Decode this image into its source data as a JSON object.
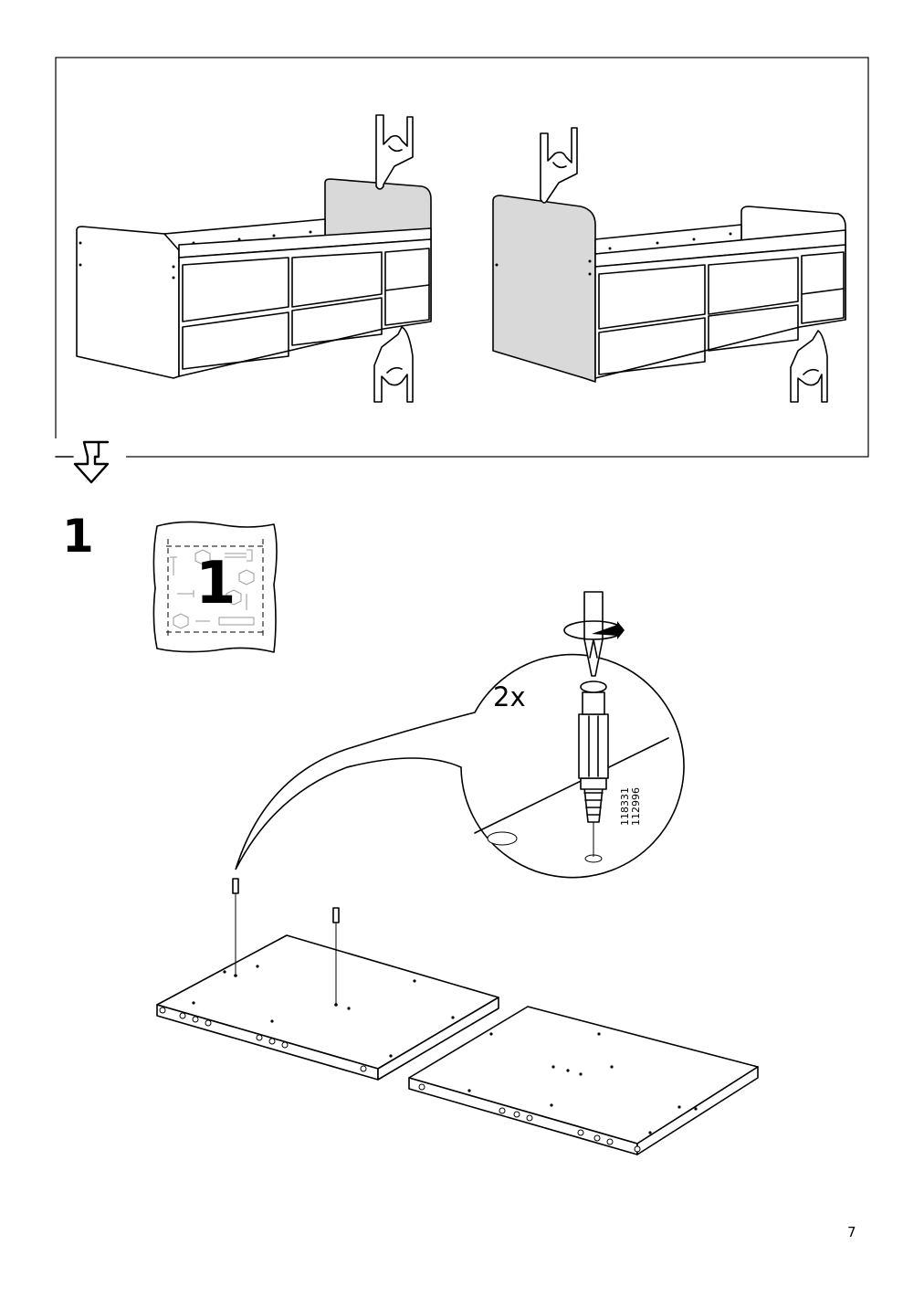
{
  "step": {
    "number": "1",
    "bag_number": "1",
    "quantity": "2x"
  },
  "part_numbers": [
    "118331",
    "112996"
  ],
  "page": {
    "number": "7"
  },
  "icons": [
    "hand-hold-top-icon",
    "hand-hold-bottom-icon",
    "flip-arrow-icon",
    "screwdriver-rotate-icon",
    "hardware-bag-icon",
    "cam-dowel-icon"
  ],
  "colors": {
    "panel_grey": "#d9d9d9",
    "line": "#000000"
  }
}
